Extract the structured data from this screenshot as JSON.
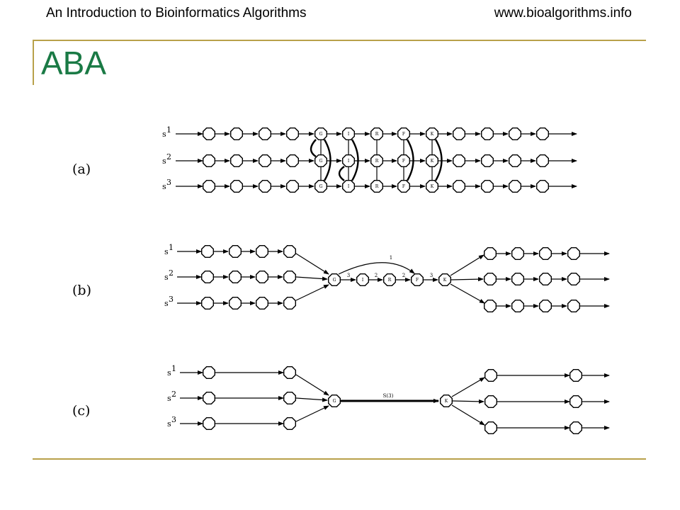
{
  "header": {
    "left": "An Introduction to Bioinformatics Algorithms",
    "right": "www.bioalgorithms.info"
  },
  "title": "ABA",
  "figure": {
    "panel_a": {
      "label": "(a)",
      "sequences": [
        "s",
        "s",
        "s"
      ],
      "superscripts": [
        "1",
        "2",
        "3"
      ],
      "letters": [
        "G",
        "I",
        "R",
        "F",
        "K"
      ]
    },
    "panel_b": {
      "label": "(b)",
      "letters": [
        "G",
        "I",
        "R",
        "F",
        "K"
      ],
      "edge_numbers": [
        "3",
        "2",
        "2",
        "3",
        "1"
      ]
    },
    "panel_c": {
      "label": "(c)",
      "letters": [
        "G",
        "K"
      ],
      "edge_label": "S(3)"
    }
  }
}
